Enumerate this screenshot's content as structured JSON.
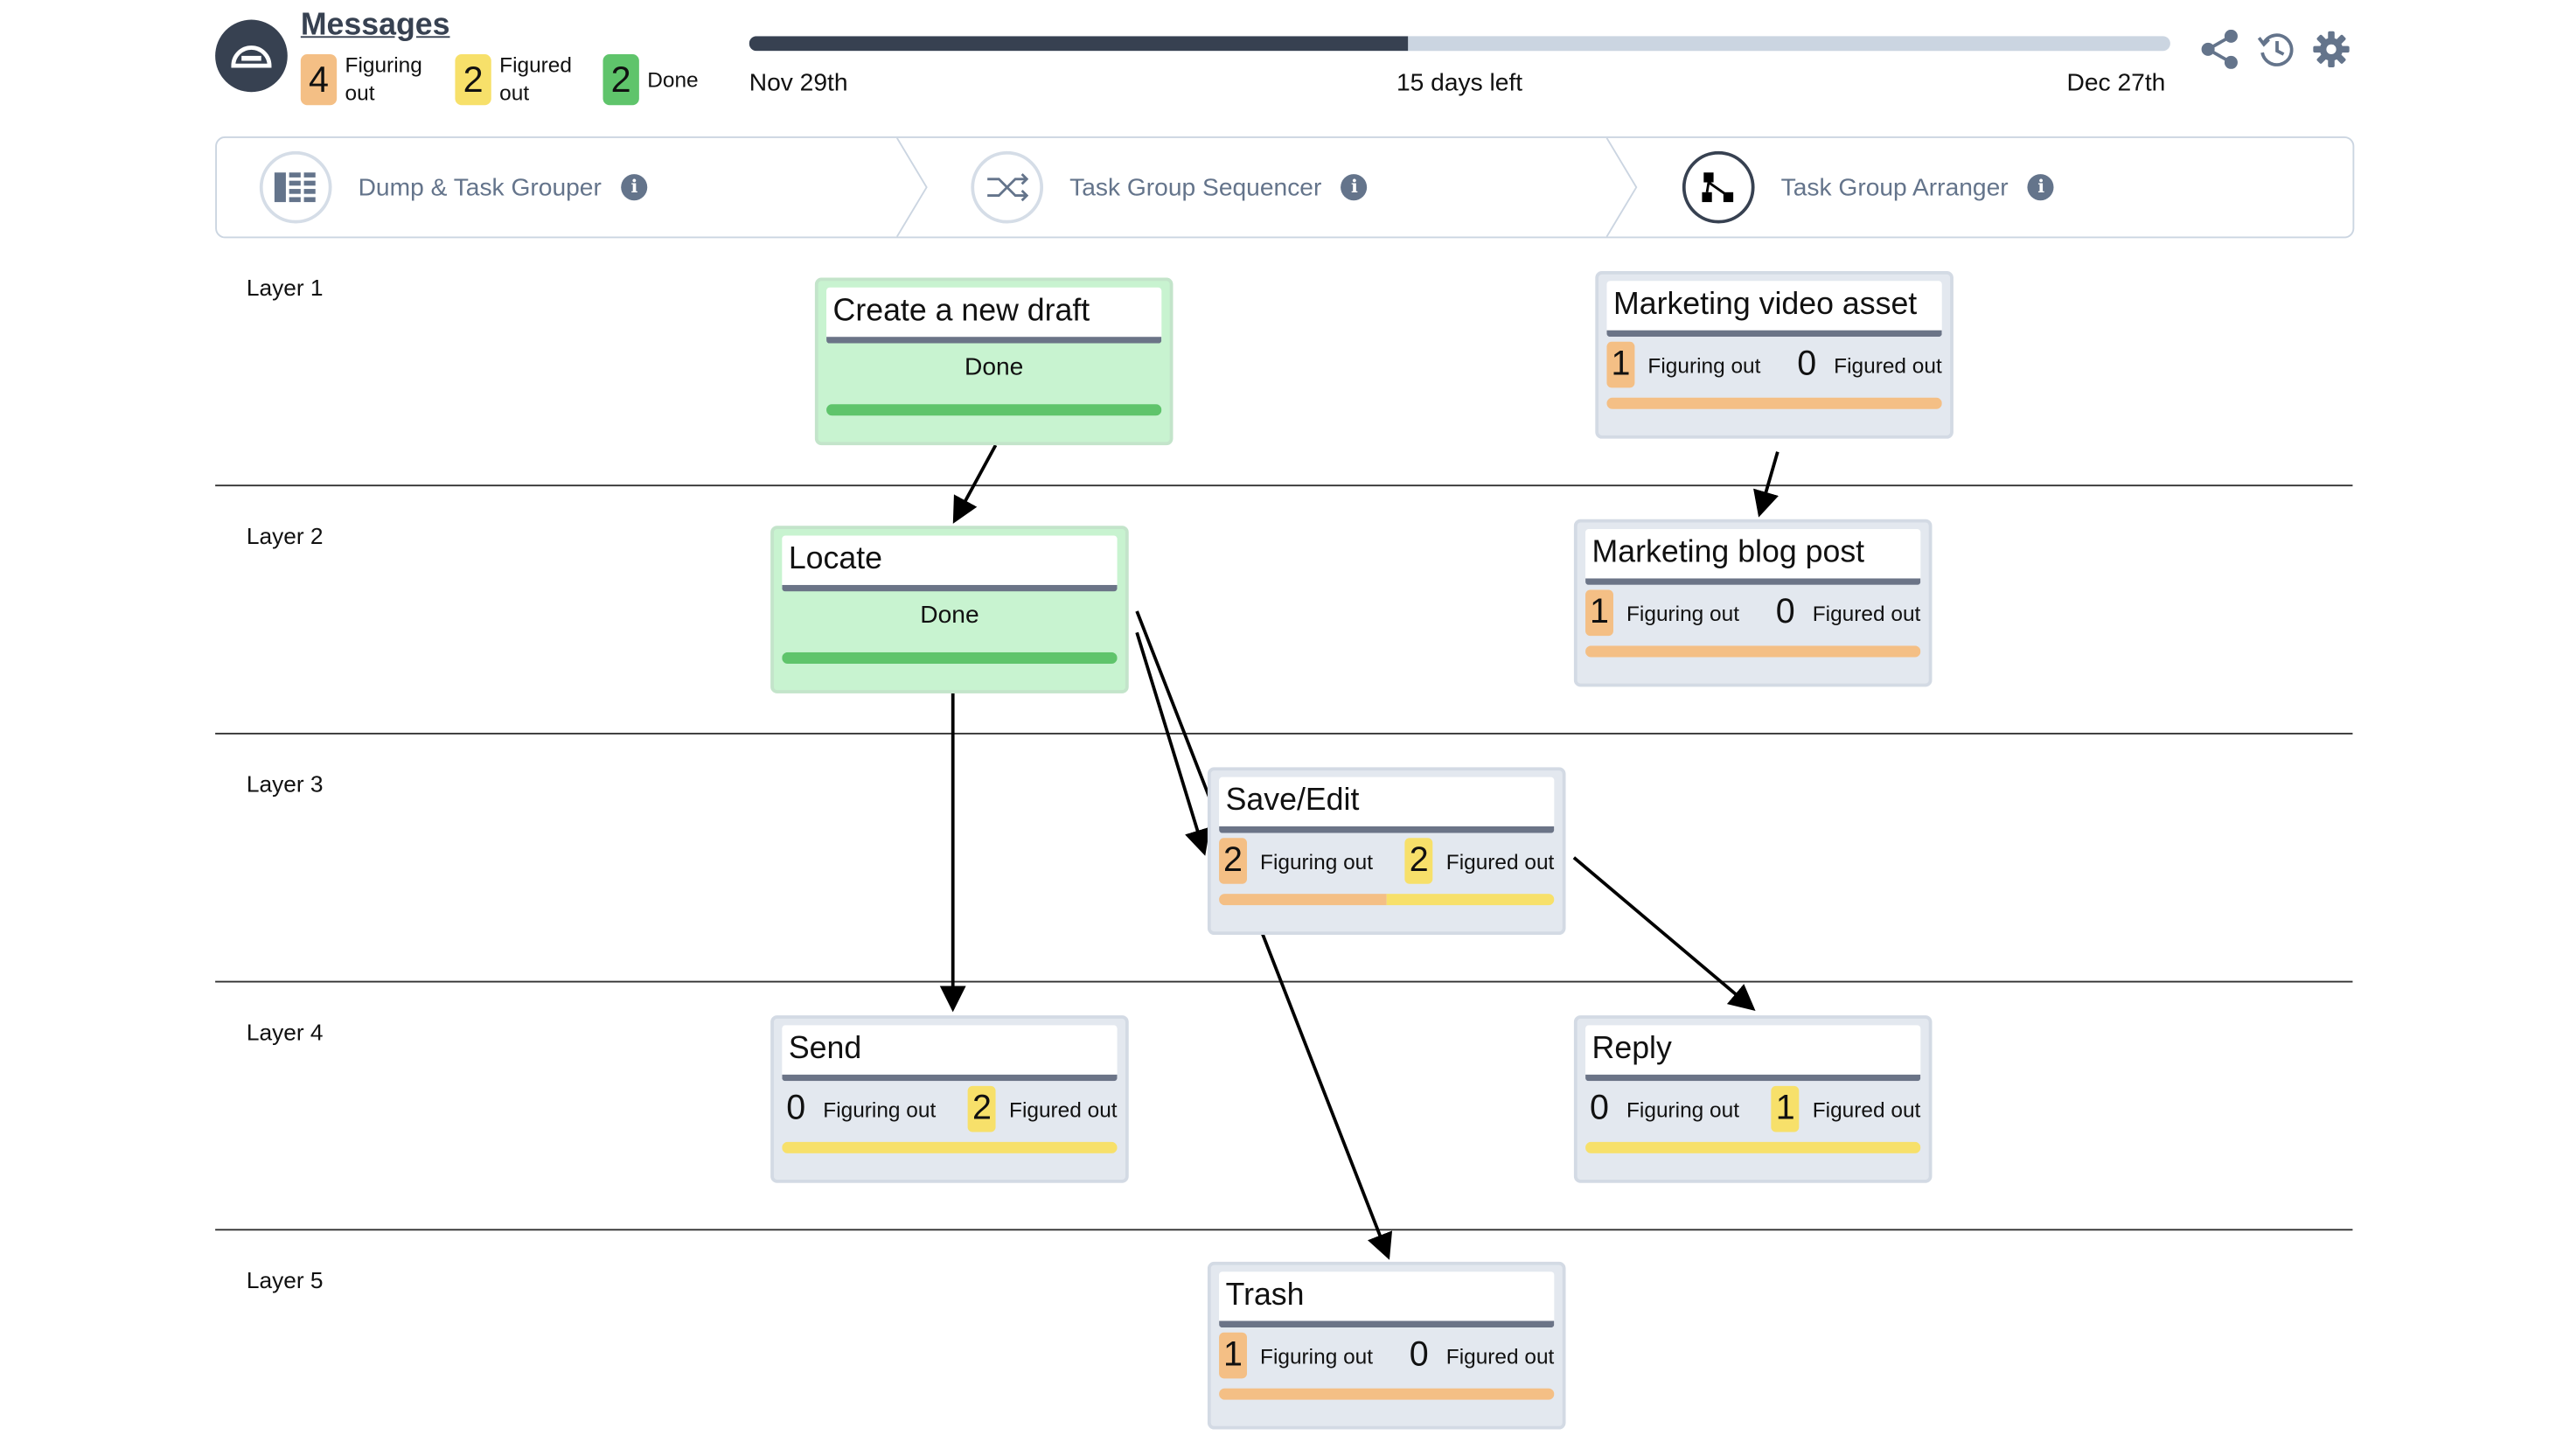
{
  "header": {
    "title": "Messages",
    "counts": [
      {
        "value": "4",
        "label": "Figuring out",
        "color": "#f4bf85"
      },
      {
        "value": "2",
        "label": "Figured out",
        "color": "#f7e06a"
      },
      {
        "value": "2",
        "label": "Done",
        "color": "#5fc46b"
      }
    ],
    "timeline": {
      "start": "Nov 29th",
      "end": "Dec 27th",
      "remaining": "15 days left",
      "progress_percent": 46.4
    }
  },
  "toolbar": {
    "icons": [
      "share-icon",
      "history-icon",
      "gear-icon"
    ]
  },
  "steps": [
    {
      "label": "Dump & Task Grouper",
      "icon": "list-grid-icon"
    },
    {
      "label": "Task Group Sequencer",
      "icon": "shuffle-icon"
    },
    {
      "label": "Task Group Arranger",
      "icon": "graph-icon",
      "active": true
    }
  ],
  "layers": [
    "Layer 1",
    "Layer 2",
    "Layer 3",
    "Layer 4",
    "Layer 5"
  ],
  "labels": {
    "figuring": "Figuring out",
    "figured": "Figured out",
    "done": "Done"
  },
  "cards": [
    {
      "title": "Create a new draft",
      "status": "Done"
    },
    {
      "title": "Marketing video asset",
      "figuring": "1",
      "figured": "0"
    },
    {
      "title": "Locate",
      "status": "Done"
    },
    {
      "title": "Marketing blog post",
      "figuring": "1",
      "figured": "0"
    },
    {
      "title": "Save/Edit",
      "figuring": "2",
      "figured": "2"
    },
    {
      "title": "Send",
      "figuring": "0",
      "figured": "2"
    },
    {
      "title": "Reply",
      "figuring": "0",
      "figured": "1"
    },
    {
      "title": "Trash",
      "figuring": "1",
      "figured": "0"
    }
  ],
  "colors": {
    "figuring": "#f4bf85",
    "figured": "#f7e06a",
    "done": "#5fc46b",
    "dark": "#374151"
  }
}
